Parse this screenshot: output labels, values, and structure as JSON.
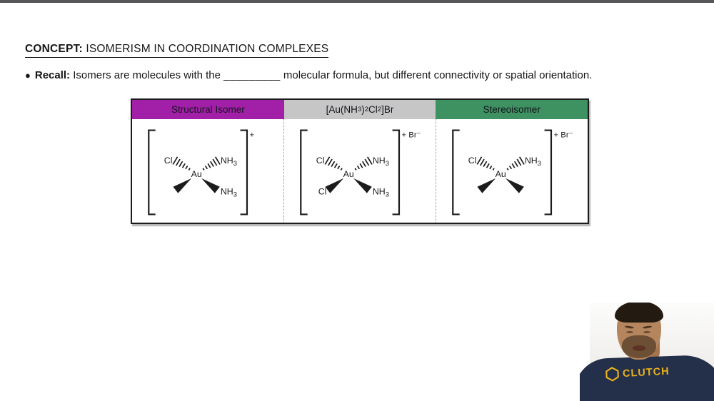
{
  "page": {
    "top_bar_color": "#58585a"
  },
  "title": {
    "label": "CONCEPT:",
    "text": " ISOMERISM IN COORDINATION COMPLEXES"
  },
  "recall": {
    "bullet": "●",
    "label": "Recall:",
    "pre": " Isomers are molecules with the ",
    "blank": "_________",
    "post": " molecular formula, but different connectivity or spatial orientation."
  },
  "table": {
    "border_color": "#1c1c1c",
    "columns": [
      {
        "header": [
          {
            "t": "Structural Isomer"
          }
        ],
        "header_color": "#a21fa8",
        "charge": "+",
        "center_atom": "Au",
        "ligands": {
          "top_left": "Cl",
          "top_right": "NH3",
          "bottom_left": "",
          "bottom_right": "NH3"
        }
      },
      {
        "header": [
          {
            "t": "[Au(NH"
          },
          {
            "t": "3",
            "sub": true
          },
          {
            "t": ")"
          },
          {
            "t": "2",
            "sub": true
          },
          {
            "t": "Cl"
          },
          {
            "t": "2",
            "sub": true
          },
          {
            "t": "]Br"
          }
        ],
        "header_color": "#c6c6c6",
        "charge": "+ Br⁻",
        "center_atom": "Au",
        "ligands": {
          "top_left": "Cl",
          "top_right": "NH3",
          "bottom_left": "Cl",
          "bottom_right": "NH3"
        }
      },
      {
        "header": [
          {
            "t": "Stereoisomer"
          }
        ],
        "header_color": "#3e9160",
        "charge": "+ Br⁻",
        "center_atom": "Au",
        "ligands": {
          "top_left": "Cl",
          "top_right": "NH3",
          "bottom_left": "",
          "bottom_right": ""
        }
      }
    ]
  },
  "webcam": {
    "logo_text": "CLUTCH",
    "logo_color": "#eab31e",
    "shirt_color": "#243049"
  }
}
